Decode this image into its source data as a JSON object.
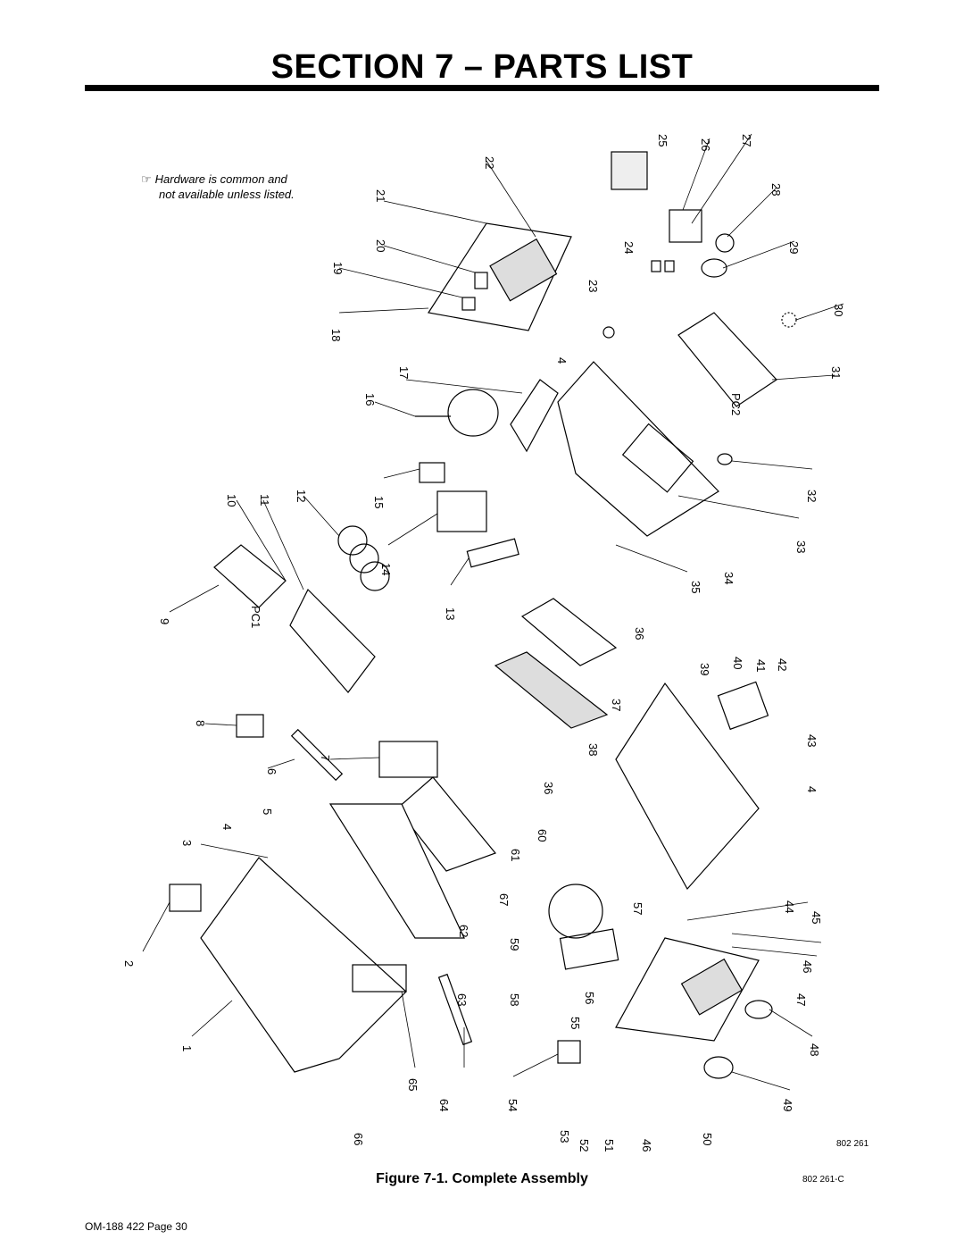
{
  "page": {
    "title": "SECTION 7 – PARTS LIST",
    "note_line1": "Hardware is common and",
    "note_line2": "not available unless listed.",
    "note_icon": "pointing-hand-icon",
    "figure_caption": "Figure 7-1. Complete Assembly",
    "drawing_number": "802 261",
    "drawing_number_rev": "802 261-C",
    "footer": "OM-188 422 Page 30"
  },
  "callouts": {
    "c1": "1",
    "c2": "2",
    "c3": "3",
    "c4": "4",
    "c4b": "4",
    "c4c": "4",
    "c5": "5",
    "c6": "6",
    "c7": "7",
    "c8": "8",
    "c9": "9",
    "c10": "10",
    "c11": "11",
    "c12": "12",
    "c13": "13",
    "c14": "14",
    "c15": "15",
    "c16": "16",
    "c17": "17",
    "c18": "18",
    "c19": "19",
    "c20": "20",
    "c21": "21",
    "c22": "22",
    "c23": "23",
    "c24": "24",
    "c25": "25",
    "c26": "26",
    "c27": "27",
    "c28": "28",
    "c29": "29",
    "c30": "30",
    "c31": "31",
    "c32": "32",
    "c33": "33",
    "c34": "34",
    "c35": "35",
    "c36": "36",
    "c36b": "36",
    "c37": "37",
    "c38": "38",
    "c39": "39",
    "c40": "40",
    "c41": "41",
    "c42": "42",
    "c43": "43",
    "c44": "44",
    "c45": "45",
    "c46": "46",
    "c46b": "46",
    "c47": "47",
    "c48": "48",
    "c49": "49",
    "c50": "50",
    "c51": "51",
    "c52": "52",
    "c53": "53",
    "c54": "54",
    "c55": "55",
    "c56": "56",
    "c57": "57",
    "c58": "58",
    "c59": "59",
    "c60": "60",
    "c61": "61",
    "c62": "62",
    "c63": "63",
    "c64": "64",
    "c65": "65",
    "c66": "66",
    "c67": "67",
    "pc1": "PC1",
    "pc2": "PC2"
  }
}
